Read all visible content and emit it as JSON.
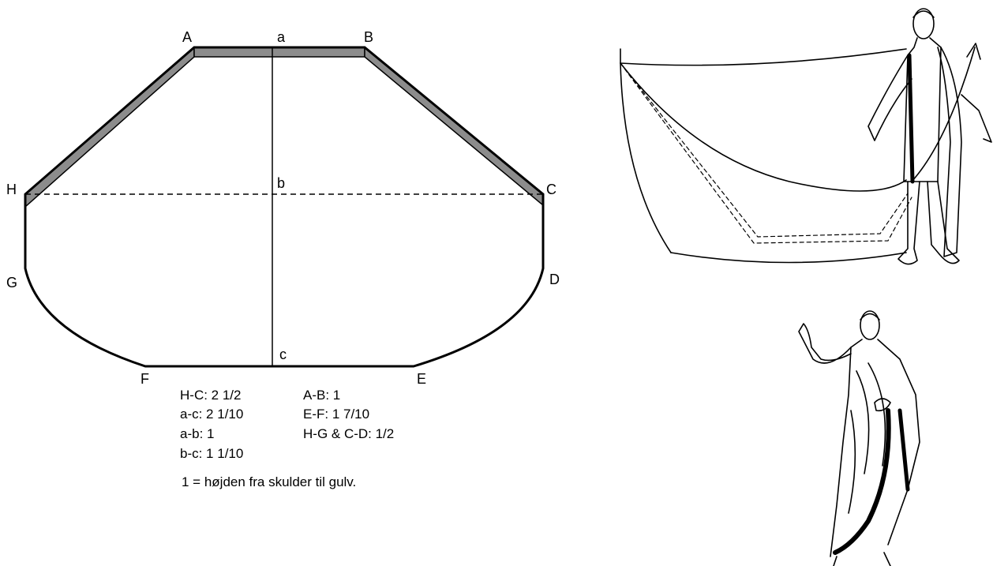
{
  "diagram": {
    "points": {
      "A": "A",
      "a": "a",
      "B": "B",
      "H": "H",
      "b": "b",
      "C": "C",
      "G": "G",
      "D": "D",
      "F": "F",
      "c": "c",
      "E": "E"
    },
    "measurements_left": [
      "H-C: 2 1/2",
      "a-c: 2 1/10",
      "a-b: 1",
      "b-c: 1 1/10"
    ],
    "measurements_right": [
      "A-B: 1",
      "E-F: 1 7/10",
      "H-G & C-D: 1/2"
    ],
    "unit_note": "1 = højden fra skulder til gulv.",
    "band_color": "#8c8c8c"
  }
}
